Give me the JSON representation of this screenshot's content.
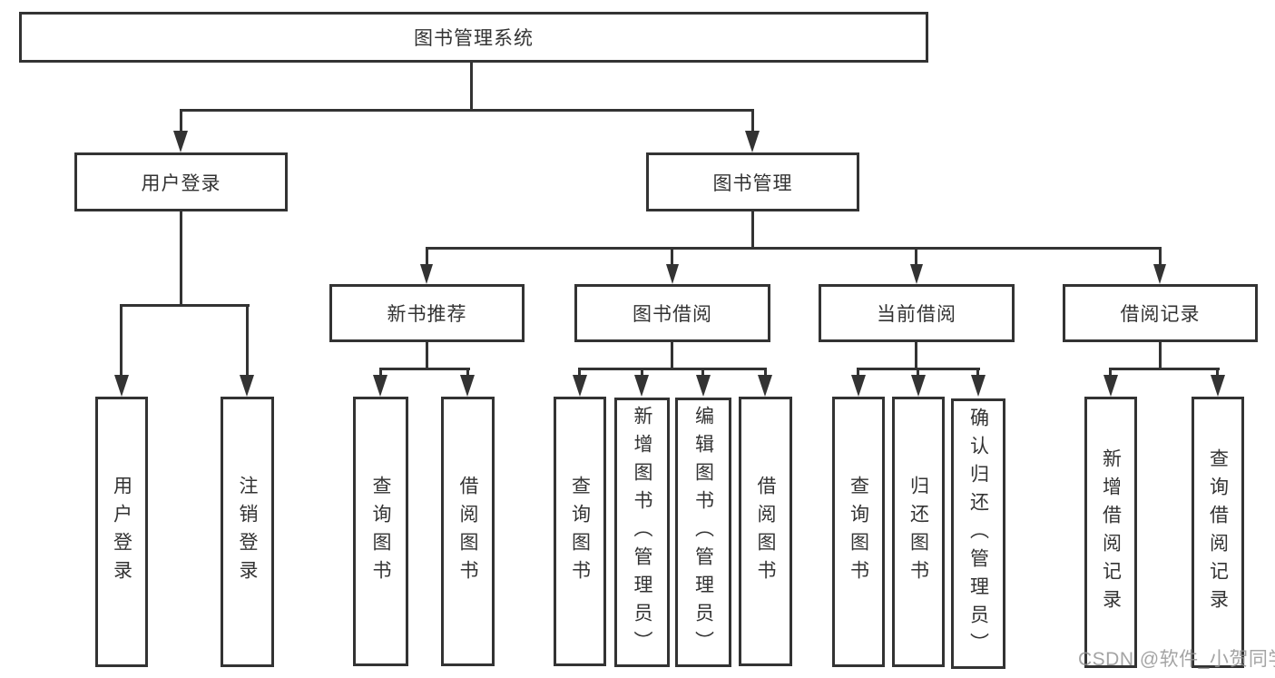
{
  "diagram": {
    "root": "图书管理系统",
    "level2": {
      "user_login": "用户登录",
      "book_management": "图书管理"
    },
    "level3": {
      "new_book_recommend": "新书推荐",
      "book_borrow": "图书借阅",
      "current_borrow": "当前借阅",
      "borrow_records": "借阅记录"
    },
    "leaves": {
      "user_login": [
        "用户登录",
        "注销登录"
      ],
      "new_book_recommend": [
        "查询图书",
        "借阅图书"
      ],
      "book_borrow": [
        "查询图书",
        "新增图书（管理员）",
        "编辑图书（管理员）",
        "借阅图书"
      ],
      "current_borrow": [
        "查询图书",
        "归还图书",
        "确认归还（管理员）"
      ],
      "borrow_records": [
        "新增借阅记录",
        "查询借阅记录"
      ]
    }
  },
  "watermark": "CSDN @软件_小贺同学",
  "colors": {
    "line": "#333333",
    "text": "#333333",
    "box_fill": "#ffffff",
    "watermark": "#949494",
    "background": "#ffffff"
  }
}
